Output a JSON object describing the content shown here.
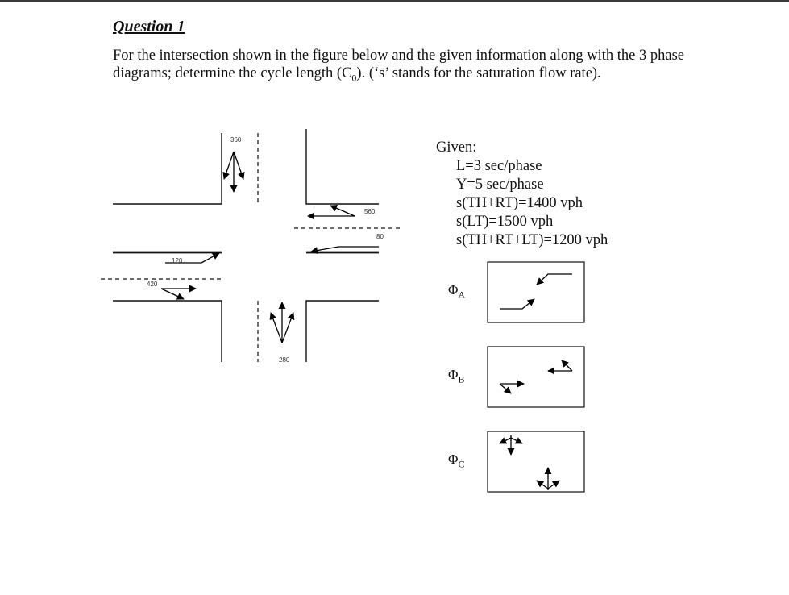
{
  "question": {
    "title": "Question 1",
    "text_before_sub": "For the intersection shown in the figure below and the given information along with the 3 phase diagrams; determine the cycle length (C",
    "sub": "0",
    "text_after_sub": "). (‘s’ stands for the saturation flow rate)."
  },
  "given": {
    "heading": "Given:",
    "items": [
      "L=3 sec/phase",
      "Y=5 sec/phase",
      "s(TH+RT)=1400 vph",
      "s(LT)=1500 vph",
      "s(TH+RT+LT)=1200 vph"
    ]
  },
  "volumes": {
    "north": "360",
    "east_through": "560",
    "east_left": "80",
    "west_left": "120",
    "west_through": "420",
    "south": "280"
  },
  "phases": [
    {
      "symbol": "Φ",
      "sub": "A"
    },
    {
      "symbol": "Φ",
      "sub": "B"
    },
    {
      "symbol": "Φ",
      "sub": "C"
    }
  ]
}
